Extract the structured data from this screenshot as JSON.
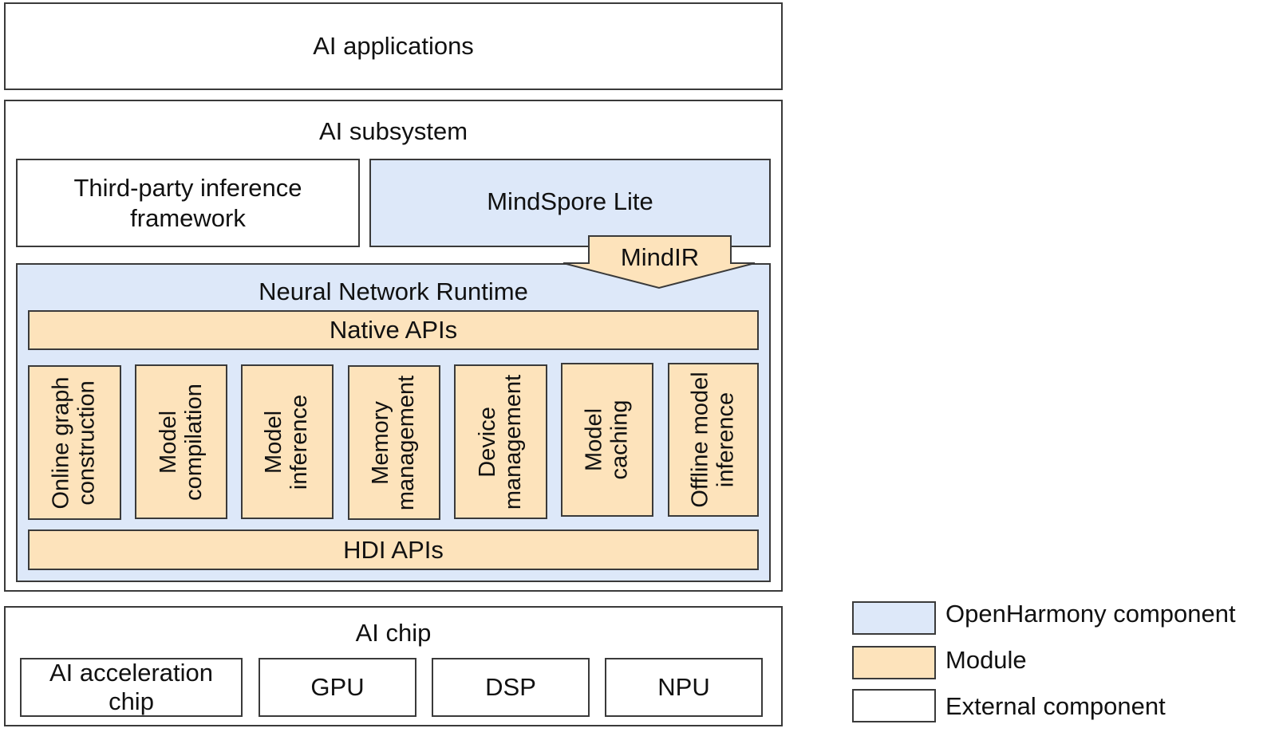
{
  "top": {
    "label": "AI applications"
  },
  "subsystem": {
    "title": "AI subsystem",
    "third_party": "Third-party inference\nframework",
    "mindspore": "MindSpore Lite",
    "mindir": "MindIR"
  },
  "nnrt": {
    "title": "Neural Network Runtime",
    "native_apis": "Native APIs",
    "hdi_apis": "HDI APIs",
    "modules": [
      "Online graph\nconstruction",
      "Model\ncompilation",
      "Model\ninference",
      "Memory\nmanagement",
      "Device\nmanagement",
      "Model\ncaching",
      "Offline model\ninference"
    ]
  },
  "chip": {
    "title": "AI chip",
    "items": [
      "AI acceleration\nchip",
      "GPU",
      "DSP",
      "NPU"
    ]
  },
  "legend": {
    "items": [
      {
        "label": "OpenHarmony component",
        "color": "#dde8f9"
      },
      {
        "label": "Module",
        "color": "#fde3bb"
      },
      {
        "label": "External component",
        "color": "#ffffff"
      }
    ]
  },
  "colors": {
    "blue": "#dde8f9",
    "orange": "#fde3bb",
    "border": "#3a3a3a"
  }
}
